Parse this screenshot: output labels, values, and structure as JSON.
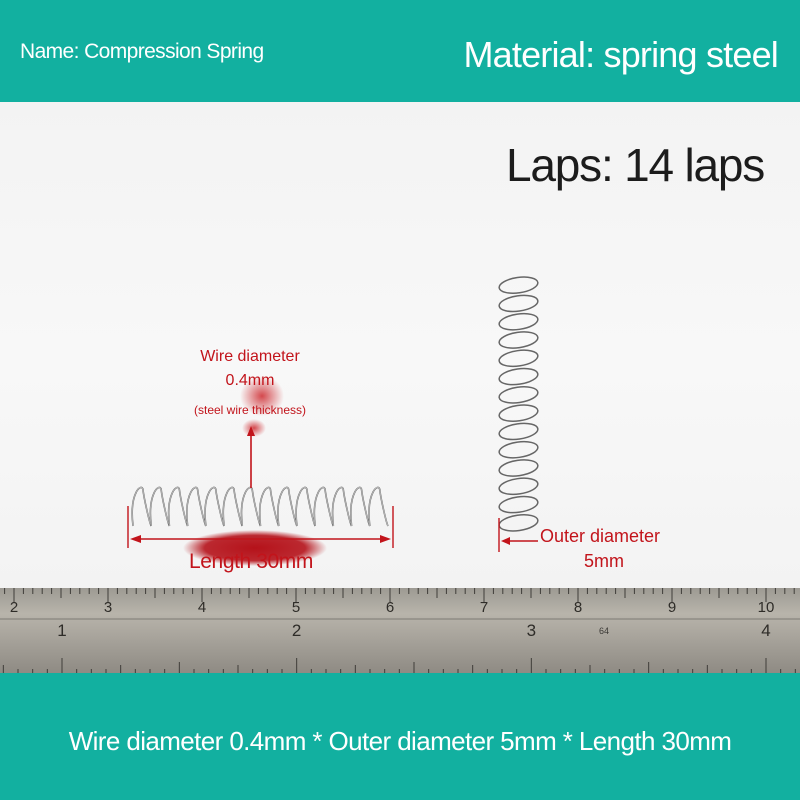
{
  "header": {
    "name_label": "Name: Compression Spring",
    "material_label": "Material: spring steel"
  },
  "laps_label": "Laps: 14 laps",
  "annotations": {
    "wire_diameter_title": "Wire diameter",
    "wire_diameter_value": "0.4mm",
    "wire_diameter_note": "(steel wire thickness)",
    "length_label": "Length 30mm",
    "outer_diameter_title": "Outer diameter",
    "outer_diameter_value": "5mm"
  },
  "ruler": {
    "top_scale_labels": [
      "2",
      "3",
      "4",
      "5",
      "6",
      "7",
      "8",
      "9",
      "10"
    ],
    "bottom_scale_labels": [
      "1",
      "2",
      "3",
      "4"
    ],
    "small_marking": "64"
  },
  "footer": {
    "spec_line": "Wire diameter 0.4mm * Outer diameter 5mm * Length 30mm"
  },
  "colors": {
    "teal_band": "#12b0a0",
    "annotation_red": "#c2141b",
    "text_white": "#ffffff"
  },
  "springs": {
    "horizontal_coils": 14,
    "vertical_coils": 14
  }
}
